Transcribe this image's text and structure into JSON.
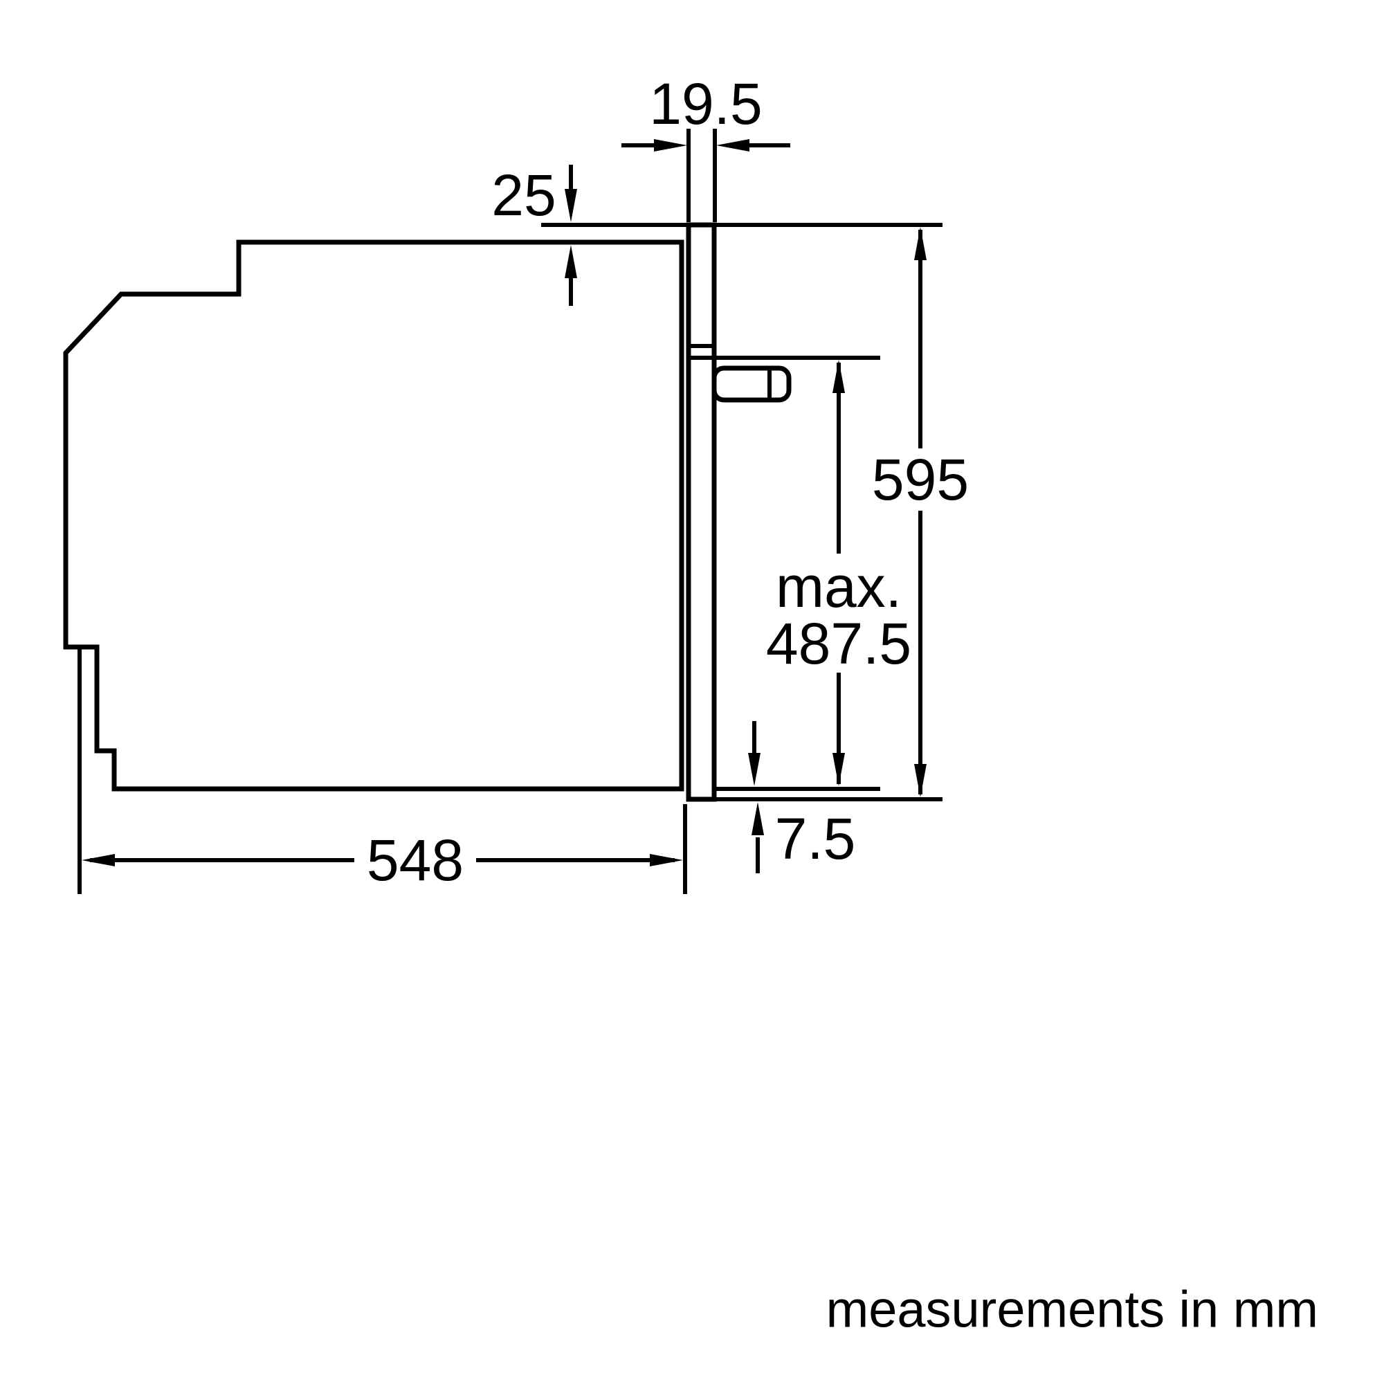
{
  "diagram": {
    "type": "appliance installation dimension drawing (built-in oven, side view)",
    "caption": "measurements in mm",
    "dimensions": {
      "door_protrusion": "19.5",
      "top_clearance": "25",
      "appliance_height": "595",
      "max_label": "max.",
      "max_value": "487.5",
      "bottom_gap": "7.5",
      "appliance_depth": "548"
    },
    "colors": {
      "line": "#000000",
      "background": "#ffffff"
    }
  }
}
